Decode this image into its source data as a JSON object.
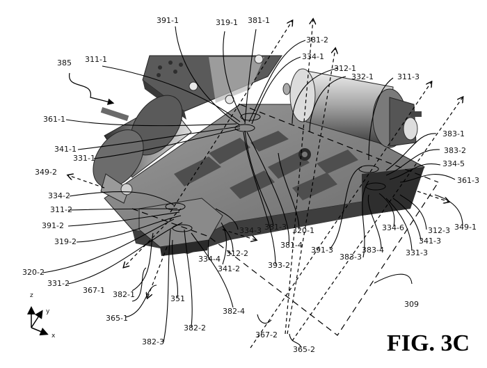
{
  "figure": {
    "title": "FIG. 3C",
    "axes_labels": {
      "z": "z",
      "y": "y",
      "x": "x"
    },
    "colors": {
      "body_dark": "#4a4a4a",
      "body_mid": "#8c8c8c",
      "body_light": "#cfcfcf",
      "line": "#000000"
    }
  },
  "labels": [
    {
      "id": "391-1",
      "text": "391-1"
    },
    {
      "id": "319-1",
      "text": "319-1"
    },
    {
      "id": "381-1",
      "text": "381-1"
    },
    {
      "id": "381-2",
      "text": "381-2"
    },
    {
      "id": "334-1",
      "text": "334-1"
    },
    {
      "id": "312-1",
      "text": "312-1"
    },
    {
      "id": "332-1",
      "text": "332-1"
    },
    {
      "id": "311-3",
      "text": "311-3"
    },
    {
      "id": "385",
      "text": "385"
    },
    {
      "id": "311-1",
      "text": "311-1"
    },
    {
      "id": "361-1",
      "text": "361-1"
    },
    {
      "id": "341-1",
      "text": "341-1"
    },
    {
      "id": "331-1",
      "text": "331-1"
    },
    {
      "id": "349-2",
      "text": "349-2"
    },
    {
      "id": "334-2",
      "text": "334-2"
    },
    {
      "id": "311-2",
      "text": "311-2"
    },
    {
      "id": "391-2",
      "text": "391-2"
    },
    {
      "id": "319-2",
      "text": "319-2"
    },
    {
      "id": "320-2",
      "text": "320-2"
    },
    {
      "id": "331-2",
      "text": "331-2"
    },
    {
      "id": "367-1",
      "text": "367-1"
    },
    {
      "id": "382-1",
      "text": "382-1"
    },
    {
      "id": "351",
      "text": "351"
    },
    {
      "id": "365-1",
      "text": "365-1"
    },
    {
      "id": "382-3",
      "text": "382-3"
    },
    {
      "id": "382-2",
      "text": "382-2"
    },
    {
      "id": "382-4",
      "text": "382-4"
    },
    {
      "id": "334-4",
      "text": "334-4"
    },
    {
      "id": "341-2",
      "text": "341-2"
    },
    {
      "id": "312-2",
      "text": "312-2"
    },
    {
      "id": "334-3",
      "text": "334-3"
    },
    {
      "id": "381-3",
      "text": "381-3"
    },
    {
      "id": "320-1",
      "text": "320-1"
    },
    {
      "id": "381-4",
      "text": "381-4"
    },
    {
      "id": "393-2",
      "text": "393-2"
    },
    {
      "id": "391-3",
      "text": "391-3"
    },
    {
      "id": "383-3",
      "text": "383-3"
    },
    {
      "id": "383-4",
      "text": "383-4"
    },
    {
      "id": "334-6",
      "text": "334-6"
    },
    {
      "id": "312-3",
      "text": "312-3"
    },
    {
      "id": "341-3",
      "text": "341-3"
    },
    {
      "id": "331-3",
      "text": "331-3"
    },
    {
      "id": "349-1",
      "text": "349-1"
    },
    {
      "id": "383-1",
      "text": "383-1"
    },
    {
      "id": "383-2",
      "text": "383-2"
    },
    {
      "id": "334-5",
      "text": "334-5"
    },
    {
      "id": "361-3",
      "text": "361-3"
    },
    {
      "id": "309",
      "text": "309"
    },
    {
      "id": "367-2",
      "text": "367-2"
    },
    {
      "id": "365-2",
      "text": "365-2"
    }
  ]
}
